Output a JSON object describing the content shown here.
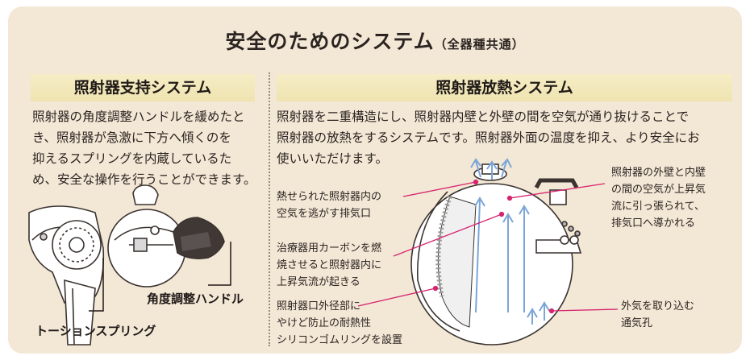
{
  "title": {
    "main": "安全のためのシステム",
    "sub": "（全器種共通）"
  },
  "left": {
    "heading": "照射器支持システム",
    "body_lines": [
      "照射器の角度調整ハンドルを緩めたと",
      "き、照射器が急激に下方へ傾くのを",
      "抑えるスプリングを内蔵しているた",
      "め、安全な操作を行うことができます。"
    ],
    "label_handle": "角度調整ハンドル",
    "label_spring": "トーションスプリング"
  },
  "right": {
    "heading": "照射器放熱システム",
    "body_lines": [
      "照射器を二重構造にし、照射器内壁と外壁の間を空気が通り抜けることで",
      "照射器の放熱をするシステムです。照射器外面の温度を抑え、より安全にお",
      "使いいただけます。"
    ],
    "callouts": {
      "exhaust": [
        "熱せられた照射器内の",
        "空気を逃がす排気口"
      ],
      "carbon": [
        "治療器用カーボンを燃",
        "焼させると照射器内に",
        "上昇気流が起きる"
      ],
      "ring": [
        "照射器口外径部に",
        "やけど防止の耐熱性",
        "シリコンゴムリングを設置"
      ],
      "wall": [
        "照射器の外壁と内壁",
        "の間の空気が上昇気",
        "流に引っ張られて、",
        "排気口へ導かれる"
      ],
      "vent": [
        "外気を取り込む",
        "通気孔"
      ]
    }
  },
  "colors": {
    "background": "#f3e7d6",
    "banner": "#f3e9bd",
    "leader_line": "#d6246e",
    "airflow": "#7aa6d8"
  }
}
